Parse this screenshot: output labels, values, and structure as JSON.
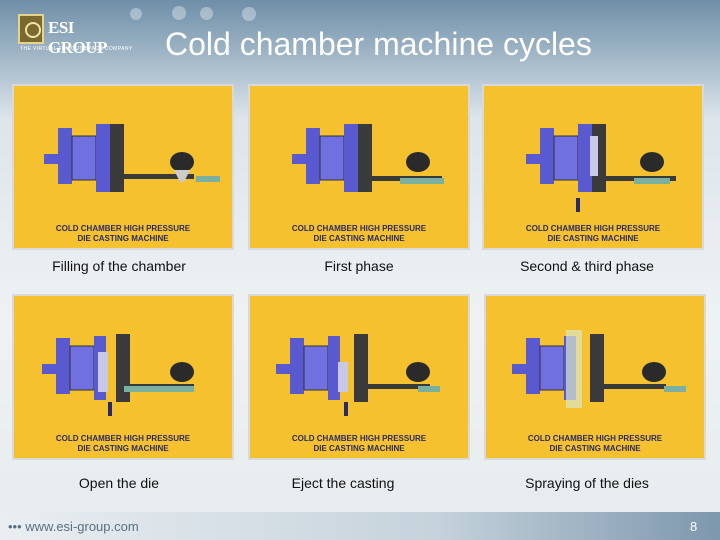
{
  "header": {
    "logo_text": "ESI GROUP",
    "logo_subtitle": "THE VIRTUAL TRY-OUT SPACE COMPANY",
    "title": "Cold chamber machine cycles"
  },
  "panels": [
    {
      "caption_line1": "COLD CHAMBER HIGH PRESSURE",
      "caption_line2": "DIE CASTING MACHINE",
      "label": "Filling of the chamber"
    },
    {
      "caption_line1": "COLD CHAMBER HIGH PRESSURE",
      "caption_line2": "DIE CASTING MACHINE",
      "label": "First phase"
    },
    {
      "caption_line1": "COLD CHAMBER HIGH PRESSURE",
      "caption_line2": "DIE CASTING MACHINE",
      "label": "Second & third phase"
    },
    {
      "caption_line1": "COLD CHAMBER HIGH PRESSURE",
      "caption_line2": "DIE CASTING MACHINE",
      "label": "Open the die"
    },
    {
      "caption_line1": "COLD CHAMBER HIGH PRESSURE",
      "caption_line2": "DIE CASTING MACHINE",
      "label": "Eject the casting"
    },
    {
      "caption_line1": "COLD CHAMBER HIGH PRESSURE",
      "caption_line2": "DIE CASTING MACHINE",
      "label": "Spraying of the dies"
    }
  ],
  "footer": {
    "url": "••• www.esi-group.com",
    "page_number": "8"
  },
  "colors": {
    "panel_bg": "#f6c12e",
    "machine_blue": "#5a5ad0",
    "machine_dark": "#3a3a3a",
    "title_text": "#ffffff"
  }
}
